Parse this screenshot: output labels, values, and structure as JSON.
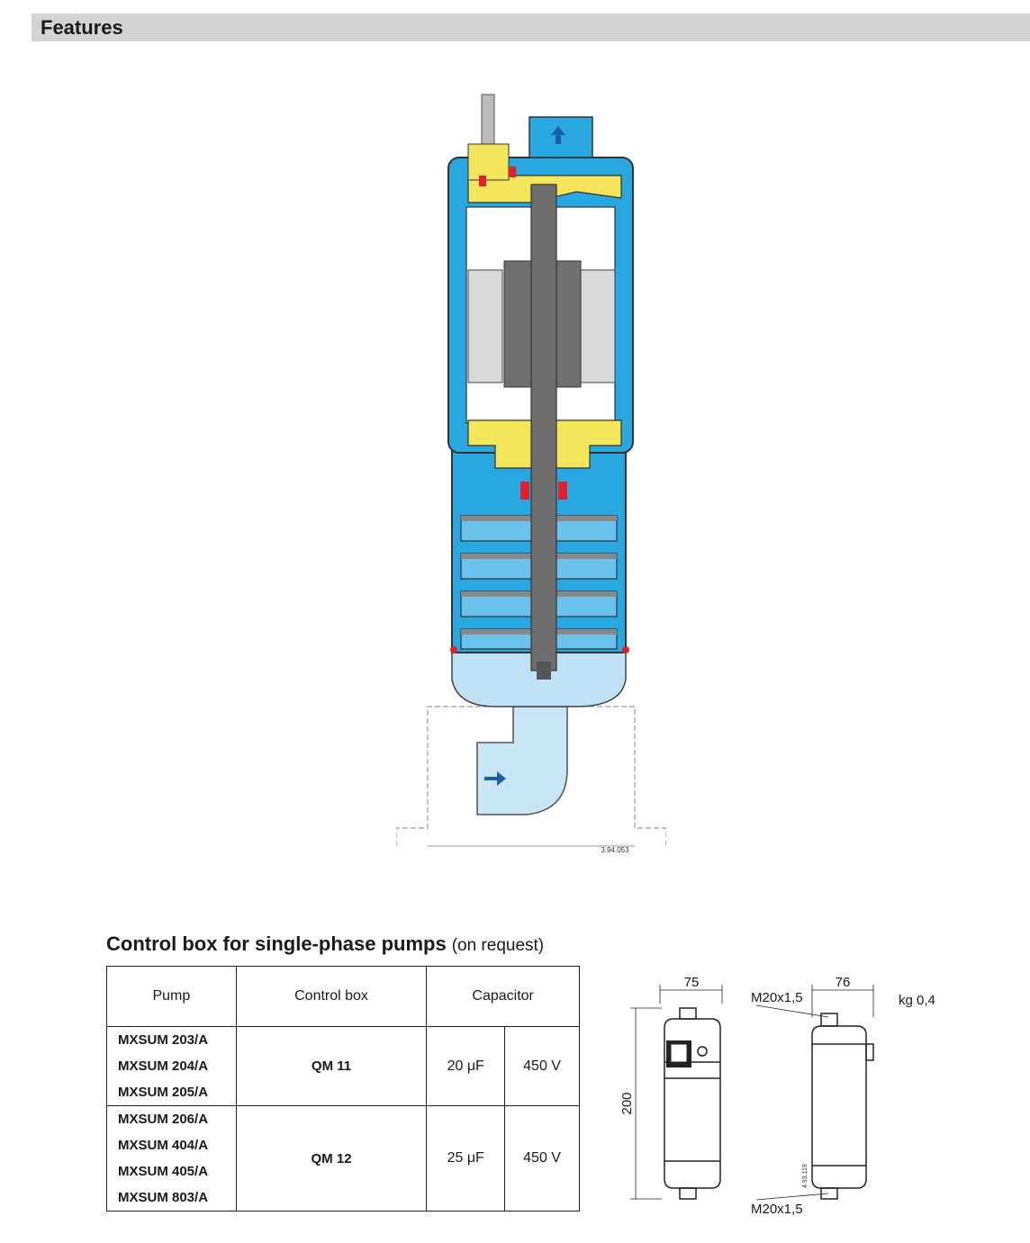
{
  "header": {
    "title": "Features"
  },
  "pump_figure": {
    "code": "3.94.053"
  },
  "control_box": {
    "title": "Control box for single-phase pumps",
    "subtitle": "(on request)",
    "columns": {
      "pump": "Pump",
      "control_box": "Control box",
      "capacitor": "Capacitor"
    },
    "groups": [
      {
        "pumps": [
          "MXSUM 203/A",
          "MXSUM 204/A",
          "MXSUM 205/A"
        ],
        "box": "QM 11",
        "capacitance": "20 μF",
        "voltage": "450 V"
      },
      {
        "pumps": [
          "MXSUM 206/A",
          "MXSUM 404/A",
          "MXSUM 405/A",
          "MXSUM 803/A"
        ],
        "box": "QM 12",
        "capacitance": "25 μF",
        "voltage": "450 V"
      }
    ],
    "drawing": {
      "width": "75",
      "depth": "76",
      "height": "200",
      "thread_top": "M20x1,5",
      "thread_bottom": "M20x1,5",
      "weight": "kg 0,4",
      "code": "4.93.119"
    }
  }
}
